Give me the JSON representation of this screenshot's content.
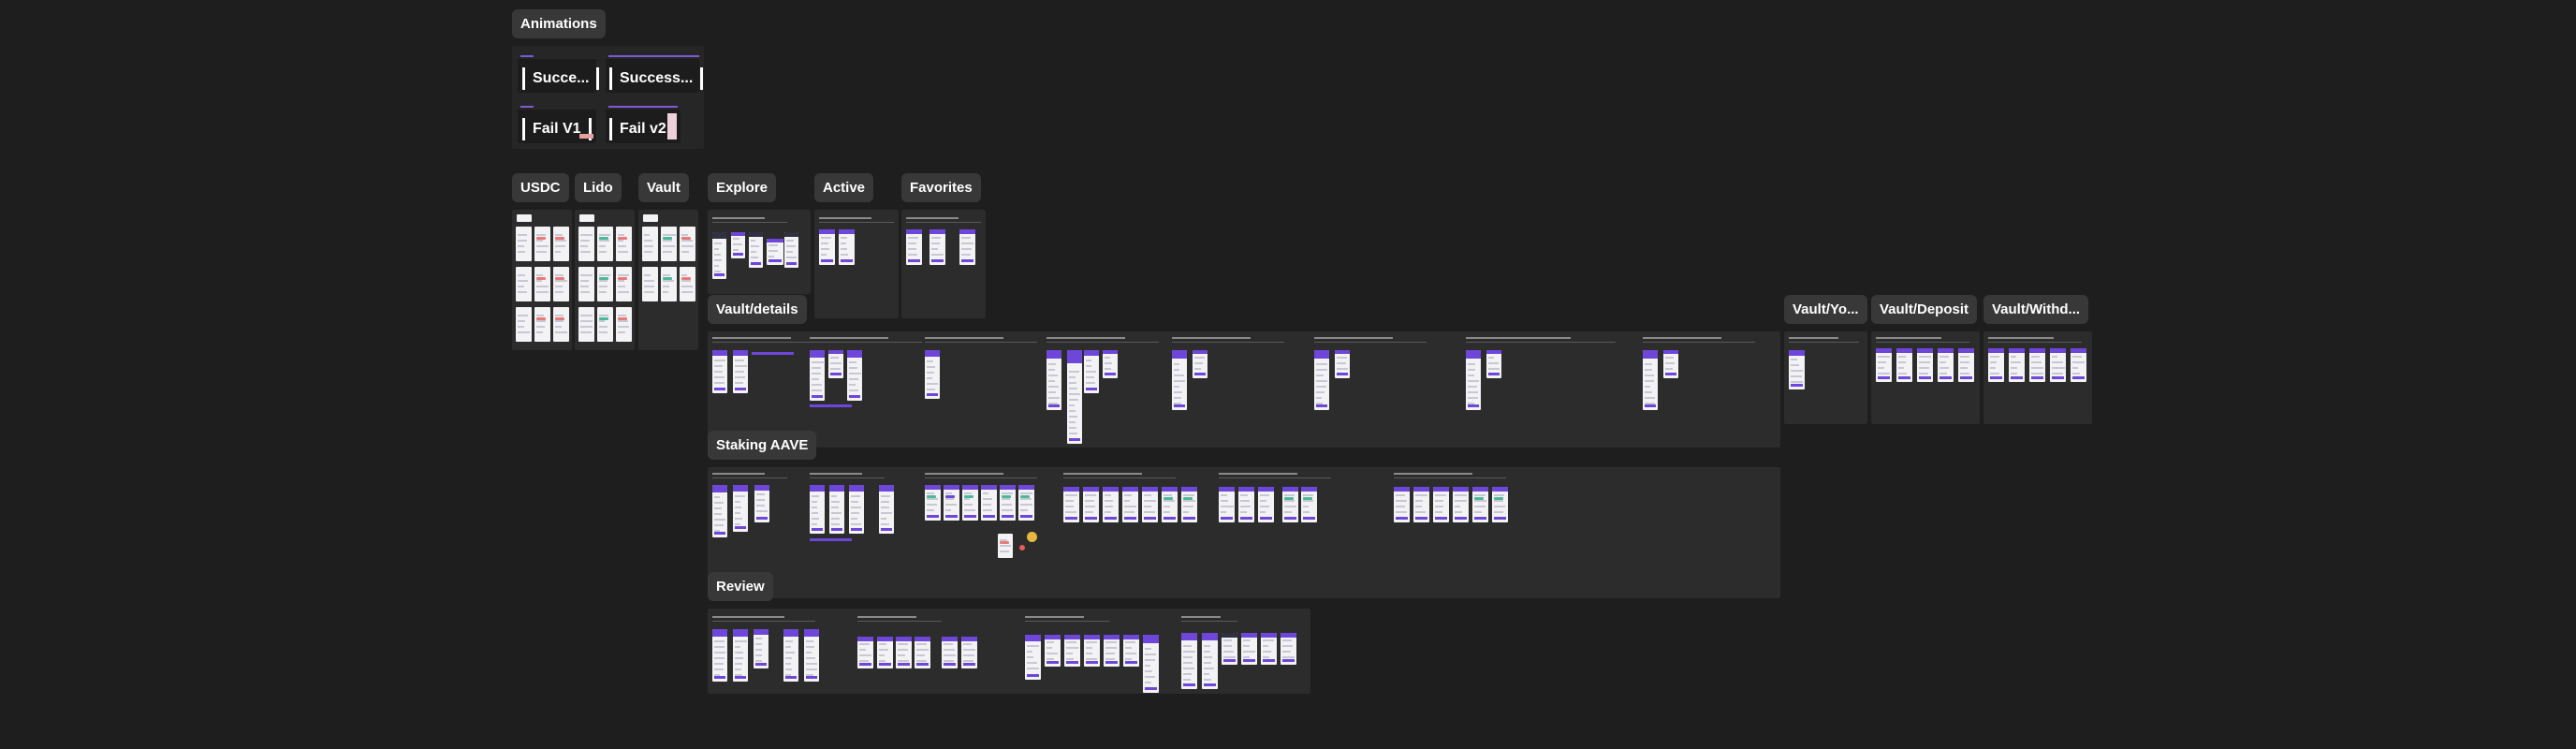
{
  "sections": {
    "animations": "Animations",
    "usdc": "USDC",
    "lido": "Lido",
    "vault": "Vault",
    "explore": "Explore",
    "active": "Active",
    "favorites": "Favorites",
    "vault_details": "Vault/details",
    "vault_yo": "Vault/Yo...",
    "vault_deposit": "Vault/Deposit",
    "vault_withd": "Vault/Withd...",
    "staking_aave": "Staking AAVE",
    "review": "Review"
  },
  "animations": {
    "success_1": "Succe...",
    "success_2": "Success...",
    "fail_v1": "Fail V1",
    "fail_v2": "Fail v2"
  },
  "colors": {
    "canvas": "#1e1e1e",
    "section_bg": "#2c2c2c",
    "label_bg": "#383838",
    "accent": "#6e46d9"
  }
}
